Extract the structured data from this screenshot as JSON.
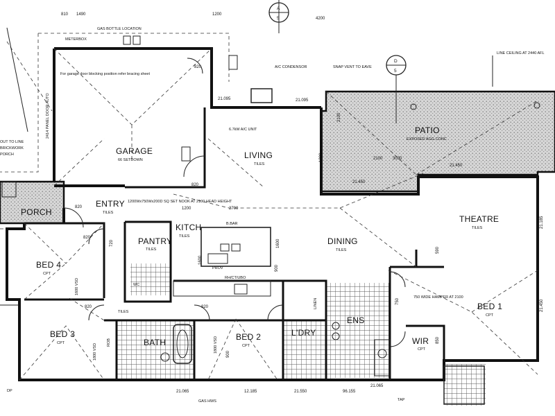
{
  "rooms": {
    "garage": "GARAGE",
    "garage_sub": "66 SETDOWN",
    "living": "LIVING",
    "living_sub": "TILES",
    "patio": "PATIO",
    "patio_sub": "EXPOSED AGG CONC",
    "theatre": "THEATRE",
    "theatre_sub": "TILES",
    "dining": "DINING",
    "dining_sub": "TILES",
    "entry": "ENTRY",
    "entry_sub": "TILES",
    "porch": "PORCH",
    "kitch": "KITCH",
    "kitch_sub": "TILES",
    "pantry": "PANTRY",
    "pantry_sub": "TILES",
    "bed1": "BED 1",
    "bed1_sub": "CPT",
    "bed2": "BED 2",
    "bed2_sub": "CPT",
    "bed3": "BED 3",
    "bed3_sub": "CPT",
    "bed4": "BED 4",
    "bed4_sub": "CPT",
    "bath": "BATH",
    "ldry": "L'DRY",
    "ens": "ENS",
    "wir": "WIR",
    "wir_sub": "CPT",
    "linen": "LINEN",
    "tiles_hall": "TILES",
    "wc": "WC",
    "rob": "ROB"
  },
  "notes": {
    "gas_bottle": "GAS BOTTLE LOCATION",
    "meterbox": "METERBOX",
    "garage_door": "For garage door blocking position refer bracing sheet",
    "panel_door": "2414 PANEL DOOR AUTO",
    "ac_condensor": "A/C CONDENSOR",
    "snap_vent": "SNAP VENT TO EAVE",
    "ac_unit": "6.7kW A/C UNIT",
    "line_ceiling": "LINE CEILING AT 2440 AFL",
    "nook": "1200Wx750Wx200D SQ SET NOOK AT 2100 HEAD HEIGHT",
    "bar": "B.BAR",
    "hamper": "750 WIDE HAMPER AT 2100",
    "rhctubo": "RH/CT/UBO",
    "prov": "PROV",
    "out_line": "OUT TO LINE",
    "brickwork": "BRICKWORK",
    "porch_note": "PORCH",
    "gas_hws": "GAS HWS",
    "tap": "TAP",
    "dp": "DP",
    "vsd1": "1600 VSD",
    "vsd2": "1800 VSD",
    "vsd3": "1800 VSD",
    "sec_a": "A",
    "sec_a_num": "5",
    "sec_d": "D",
    "sec_d_num": "5"
  },
  "dimensions": {
    "d1": "810",
    "d2": "1490",
    "d3": "1200",
    "d4": "4200",
    "d5": "820",
    "d6": "820",
    "d7": "820",
    "d8": "820",
    "d9": "820",
    "d10": "820",
    "d11": "1200",
    "d12": "2700",
    "d13": "21.095",
    "d14": "21.450",
    "d15": "21.450",
    "d16": "21.065",
    "d17": "12.185",
    "d18": "21.550",
    "d19": "96.155",
    "d20": "21.095",
    "d21": "21.065",
    "d22": "21.185",
    "d23": "21.450",
    "d24": "2100",
    "d25": "2100",
    "d26": "3030",
    "d27": "590",
    "d28": "720",
    "d29": "850",
    "d30": "900",
    "d31": "900",
    "d32": "1600",
    "d33": "1600",
    "d34": "1300",
    "d35": "750"
  }
}
